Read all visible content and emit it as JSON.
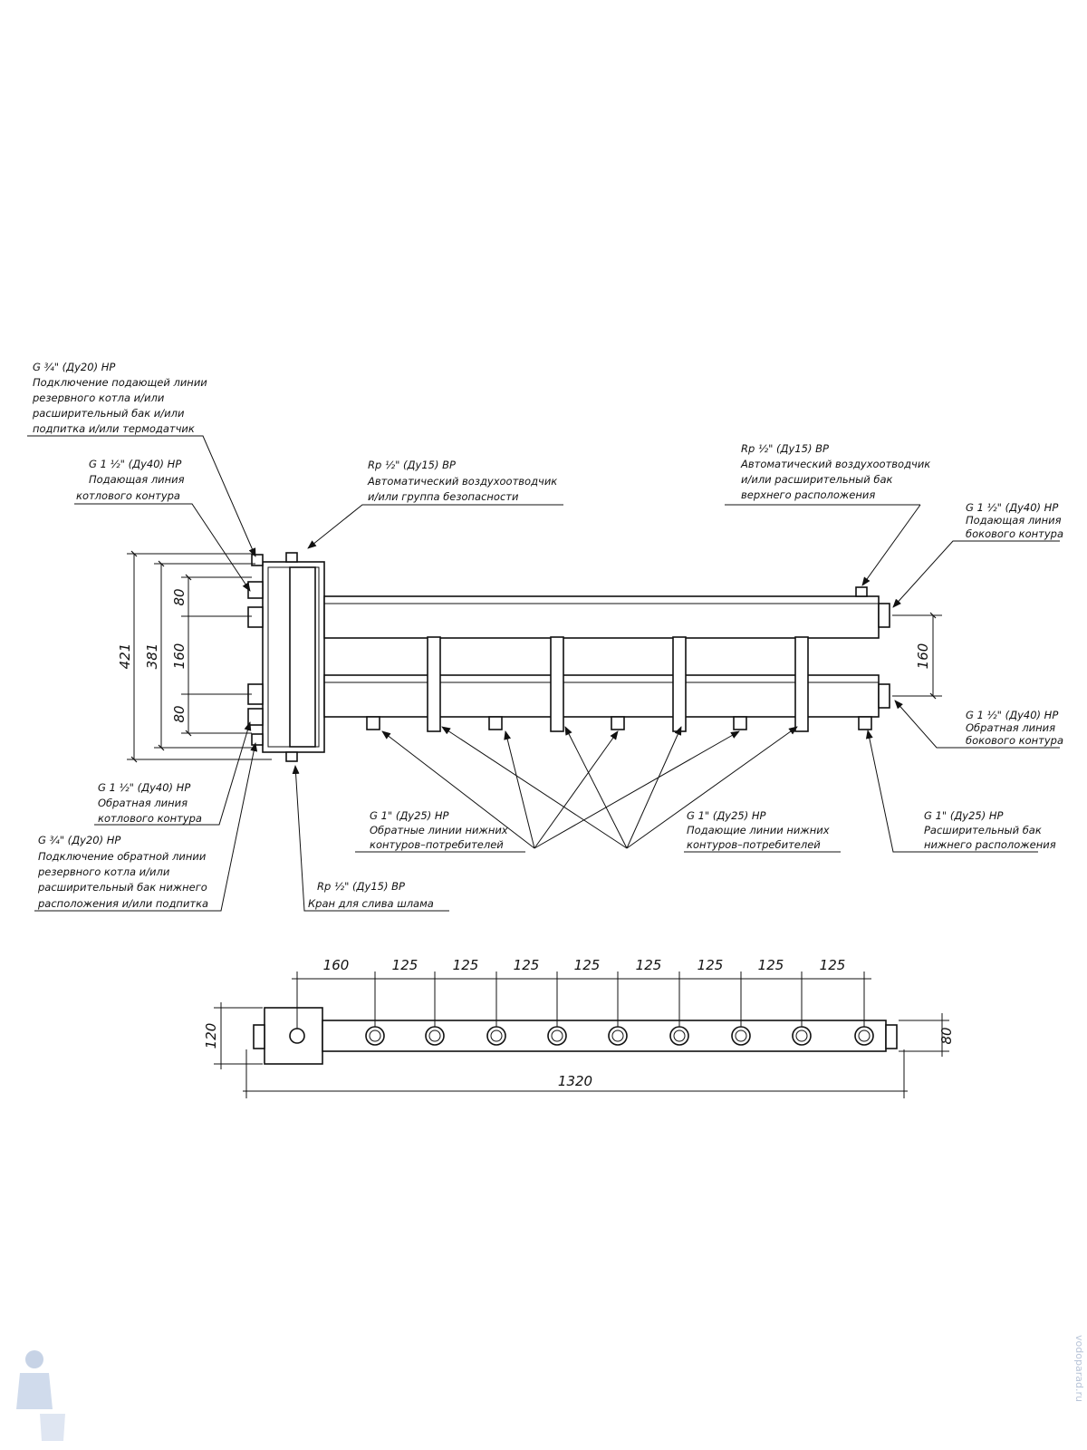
{
  "callouts": {
    "c1": [
      "G ¾\" (Ду20) НР",
      "Подключение подающей линии",
      "резервного котла и/или",
      "расширительный бак и/или",
      "подпитка и/или термодатчик"
    ],
    "c2": [
      "G 1 ½\" (Ду40) НР",
      "Подающая линия",
      "котлового контура"
    ],
    "c3": [
      "Rp ½\" (Ду15) ВР",
      "Автоматический воздухоотводчик",
      "и/или группа безопасности"
    ],
    "c4": [
      "Rp ½\" (Ду15) ВР",
      "Автоматический воздухоотводчик",
      "и/или расширительный бак",
      "верхнего расположения"
    ],
    "c5": [
      "G 1 ½\" (Ду40) НР",
      "Подающая линия",
      "бокового контура"
    ],
    "c6": [
      "G 1 ½\" (Ду40) НР",
      "Обратная линия",
      "бокового контура"
    ],
    "c7": [
      "G 1 ½\" (Ду40) НР",
      "Обратная линия",
      "котлового контура"
    ],
    "c8": [
      "G ¾\" (Ду20) НР",
      "Подключение обратной линии",
      "резервного котла и/или",
      "расширительный бак нижнего",
      "расположения и/или подпитка"
    ],
    "c9": [
      "Rp ½\" (Ду15) ВР",
      "Кран для слива шлама"
    ],
    "c10": [
      "G 1\" (Ду25) НР",
      "Обратные линии нижних",
      "контуров–потребителей"
    ],
    "c11": [
      "G 1\" (Ду25) НР",
      "Подающие линии нижних",
      "контуров–потребителей"
    ],
    "c12": [
      "G 1\" (Ду25) НР",
      "Расширительный бак",
      "нижнего расположения"
    ]
  },
  "dims": {
    "d421": "421",
    "d381": "381",
    "d80a": "80",
    "d160": "160",
    "d80b": "80",
    "d160r": "160",
    "top": [
      "160",
      "125",
      "125",
      "125",
      "125",
      "125",
      "125",
      "125",
      "125"
    ],
    "d120": "120",
    "d80r": "80",
    "d1320": "1320"
  },
  "watermark": "vodoparad.ru"
}
